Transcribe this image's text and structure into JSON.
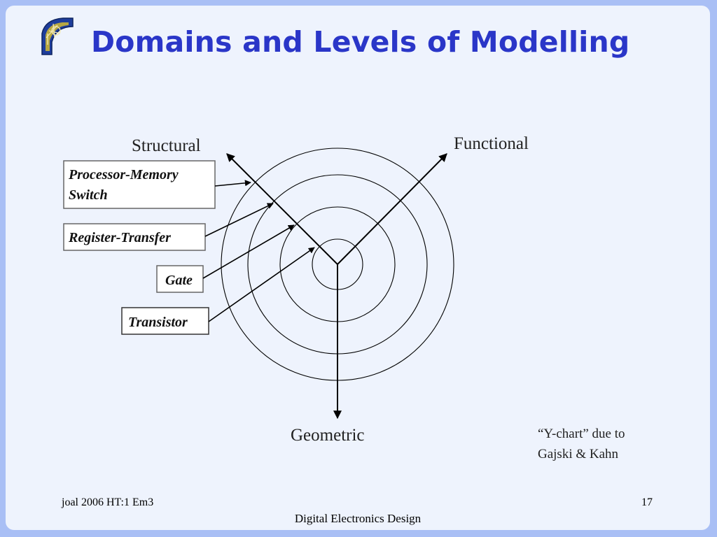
{
  "slide": {
    "title": "Domains and Levels of Modelling",
    "logo_icon": "university-shield-logo",
    "accent_color": "#2a36c8",
    "background_color": "#a9bff5"
  },
  "diagram": {
    "axes": {
      "structural": "Structural",
      "functional": "Functional",
      "geometric": "Geometric"
    },
    "levels": [
      {
        "lines": [
          "Processor-Memory",
          "Switch"
        ]
      },
      {
        "lines": [
          "Register-Transfer"
        ]
      },
      {
        "lines": [
          "Gate"
        ]
      },
      {
        "lines": [
          "Transistor"
        ]
      }
    ],
    "note": [
      "“Y-chart” due to",
      "Gajski & Kahn"
    ]
  },
  "footer": {
    "left": "joal 2006 HT:1 Em3",
    "page_number": "17",
    "center": "Digital Electronics Design"
  }
}
